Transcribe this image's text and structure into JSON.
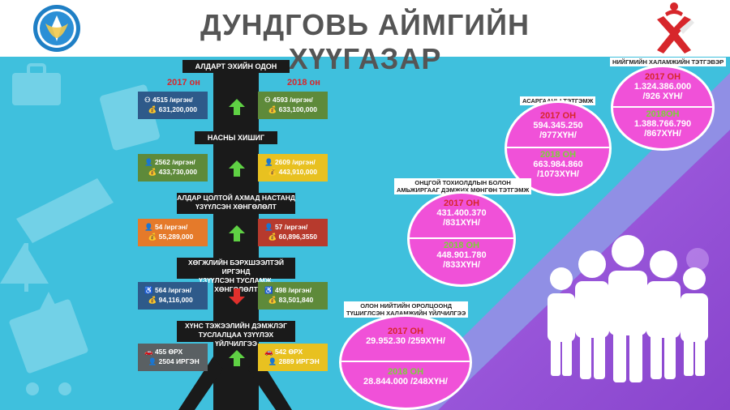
{
  "title": "ДУНДГОВЬ АЙМГИЙН ХҮҮГАЗАР",
  "year_left": "2017 он",
  "year_right": "2018 он",
  "sections": [
    {
      "label": "АЛДАРТ ЭХИЙН ОДОН",
      "left_count": "4515 /иргэн/",
      "left_amount": "631,200,000",
      "right_count": "4593 /иргэн/",
      "right_amount": "633,100,000",
      "trend": "up"
    },
    {
      "label": "НАСНЫ ХИШИГ",
      "left_count": "2562 /иргэн/",
      "left_amount": "433,730,000",
      "right_count": "2609 /иргэн/",
      "right_amount": "443,910,000",
      "trend": "up"
    },
    {
      "label_line1": "АЛДАР ЦОЛТОЙ АХМАД НАСТАНД",
      "label_line2": "ҮЗҮҮЛСЭН ХӨНГӨЛӨЛТ",
      "left_count": "54 /иргэн/",
      "left_amount": "55,289,000",
      "right_count": "57 /иргэн/",
      "right_amount": "60,896,3550",
      "trend": "up"
    },
    {
      "label_line1": "ХӨГЖЛИЙН БЭРХШЭЭЛТЭЙ ИРГЭНД",
      "label_line2": "ҮЗҮҮЛСЭН ТУСЛАМЖ, ХӨНГӨЛӨЛТ",
      "left_count": "564 /иргэн/",
      "left_amount": "94,116,000",
      "right_count": "498 /иргэн/",
      "right_amount": "83,501,840",
      "trend": "down"
    },
    {
      "label_line1": "ХҮНС ТЭЖЭЭЛИЙН ДЭМЖЛЭГ",
      "label_line2": "ТУСЛАЛЦАА ҮЗҮҮЛЭХ ҮЙЛЧИЛГЭЭ",
      "left_count": "455 ӨРХ",
      "left_amount": "2504 ИРГЭН",
      "right_count": "542 ӨРХ",
      "right_amount": "2889 ИРГЭН",
      "trend": "up"
    }
  ],
  "circles": [
    {
      "label": "НИЙГМИЙН ХАЛАМЖИЙН ТЭТГЭВЭР",
      "y1": "2017 ОН",
      "v1a": "1.324.386.000",
      "v1b": "/926 ХҮН/",
      "y2": "2018ОН",
      "v2a": "1.388.766.790",
      "v2b": "/867ХҮН/"
    },
    {
      "label": "АСАРГААНЫ ТЭТГЭМЖ",
      "y1": "2017 ОН",
      "v1a": "594.345.250",
      "v1b": "/977ХҮН/",
      "y2": "2018 ОН",
      "v2a": "663.984.860",
      "v2b": "/1073ХҮН/"
    },
    {
      "label_line1": "ОНЦГОЙ ТОХИОЛДЛЫН БОЛОН",
      "label_line2": "АМЬЖИРГААГ ДЭМЖИХ МӨНГӨН ТЭТГЭМЖ",
      "y1": "2017 ОН",
      "v1a": "431.400.370",
      "v1b": "/831ХҮН/",
      "y2": "2018 ОН",
      "v2a": "448.901.780",
      "v2b": "/833ХҮН/"
    },
    {
      "label_line1": "ОЛОН НИЙТИЙН ОРОЛЦООНД",
      "label_line2": "ТҮШИГЛСЭН ХАЛАМЖИЙН ҮЙЛЧИЛГЭЭ",
      "y1": "2017 ОН",
      "v1a": "29.952.30 /259ХҮН/",
      "y2": "2018 ОН",
      "v2a": "28.844.000 /248ХҮН/"
    }
  ],
  "colors": {
    "cyan_bg": "#3fc0dd",
    "purple_bg": "#9b55d8",
    "circle": "#f051d8",
    "trunk": "#1a1a1a"
  }
}
